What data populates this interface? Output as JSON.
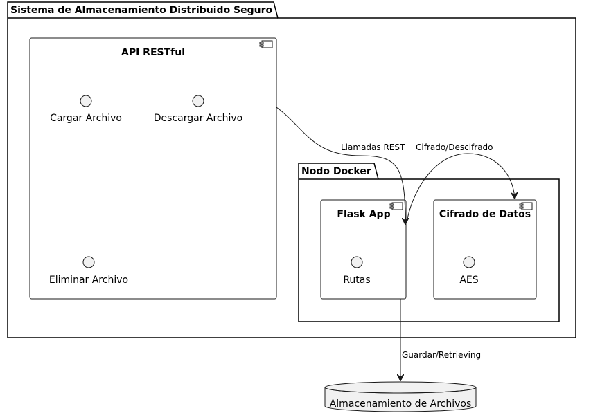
{
  "packages": {
    "system": {
      "title": "Sistema de Almacenamiento Distribuido Seguro"
    },
    "docker": {
      "title": "Nodo Docker"
    }
  },
  "components": {
    "api": {
      "title": "API RESTful",
      "interfaces": [
        "Cargar Archivo",
        "Descargar Archivo",
        "Eliminar Archivo"
      ]
    },
    "flask": {
      "title": "Flask App",
      "interfaces": [
        "Rutas"
      ]
    },
    "cipher": {
      "title": "Cifrado de Datos",
      "interfaces": [
        "AES"
      ]
    }
  },
  "database": {
    "label": "Almacenamiento de Archivos"
  },
  "edges": {
    "rest": "Llamadas REST",
    "crypto": "Cifrado/Descifrado",
    "storage": "Guardar/Retrieving"
  }
}
